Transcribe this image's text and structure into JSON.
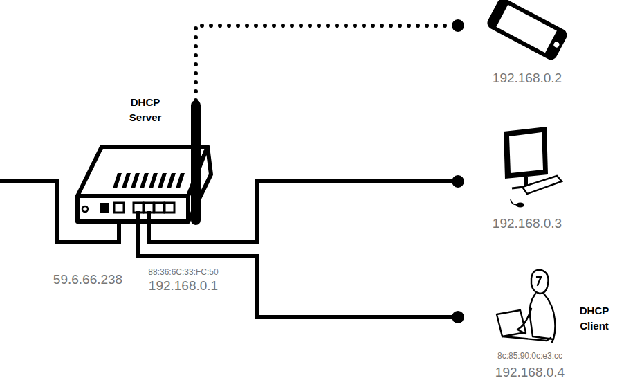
{
  "diagram": {
    "nodes": [
      {
        "text": [
          "DHCP Server",
          "88:36:6C:33:FC:50",
          "192.168.0.1"
        ]
      },
      {
        "text": [
          "192.168.0.2"
        ]
      },
      {
        "text": [
          "192.168.0.3"
        ]
      },
      {
        "text": [
          "DHCP Client",
          "8c:85:90:0c:e3:cc",
          "192.168.0.4"
        ]
      }
    ],
    "edges": [
      {
        "from": 0,
        "to": 1,
        "arrow": "none"
      },
      {
        "from": 0,
        "to": 2,
        "arrow": "none"
      },
      {
        "from": 0,
        "to": 3,
        "arrow": "none"
      }
    ],
    "labels": [
      "59.6.66.238"
    ]
  }
}
